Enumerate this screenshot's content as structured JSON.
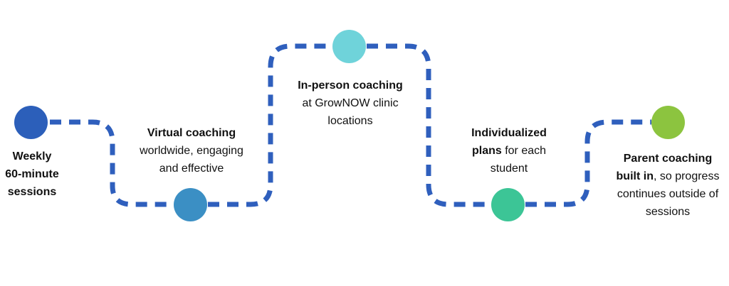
{
  "diagram": {
    "path_color": "#2f5fbd",
    "steps": [
      {
        "title": "Weekly 60-minute sessions",
        "title_lines": [
          "Weekly",
          "60-minute",
          "sessions"
        ],
        "rest": "",
        "color": "#2c5fba"
      },
      {
        "title": "Virtual coaching",
        "rest_lines": [
          "worldwide, engaging",
          "and effective"
        ],
        "color": "#3b8fc4"
      },
      {
        "title": "In-person coaching",
        "rest_lines": [
          "at GrowNOW clinic",
          "locations"
        ],
        "color": "#6fd3da"
      },
      {
        "title_lines": [
          "Individualized",
          "plans"
        ],
        "rest_inline": " for each",
        "rest_lines": [
          "student"
        ],
        "color": "#3cc596"
      },
      {
        "title_lines": [
          "Parent coaching",
          "built in"
        ],
        "rest_inline": ", so progress",
        "rest_lines": [
          "continues outside of",
          "sessions"
        ],
        "color": "#8cc43f"
      }
    ]
  }
}
